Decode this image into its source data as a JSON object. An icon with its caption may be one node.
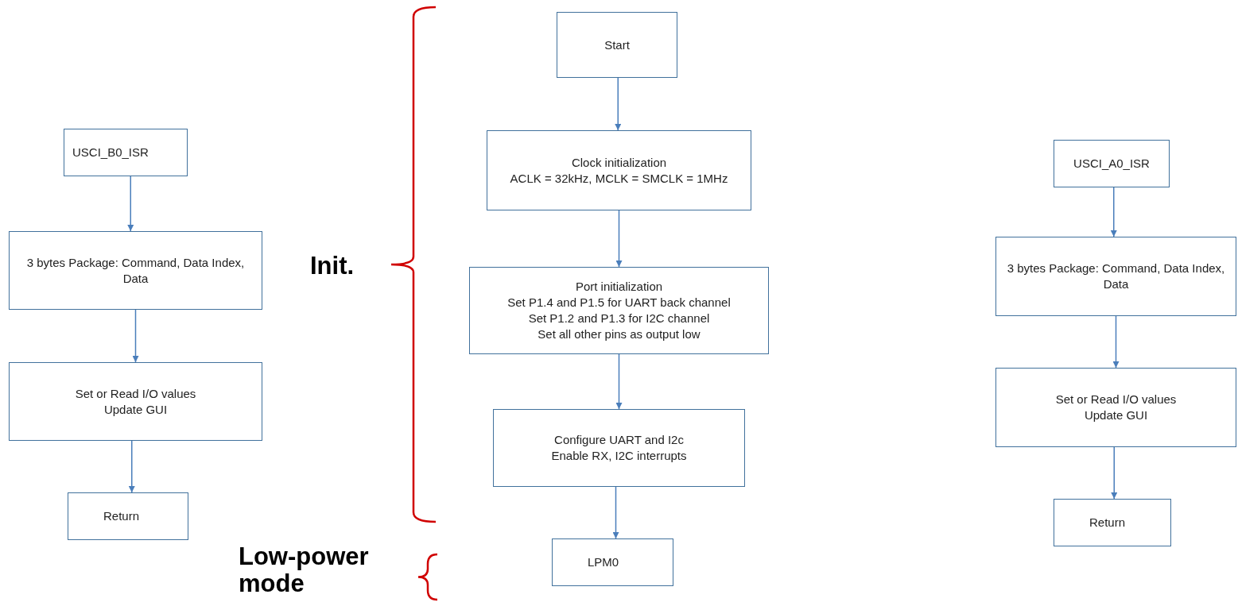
{
  "diagram": {
    "nodes": [
      {
        "text": [
          "USCI_B0_ISR"
        ]
      },
      {
        "text": [
          "3 bytes Package: Command, Data Index, Data"
        ]
      },
      {
        "text": [
          "Set or Read I/O values",
          "Update GUI"
        ]
      },
      {
        "text": [
          "Return"
        ]
      },
      {
        "text": [
          "Start"
        ]
      },
      {
        "text": [
          "Clock initialization",
          "ACLK = 32kHz, MCLK = SMCLK = 1MHz"
        ]
      },
      {
        "text": [
          "Port initialization",
          "Set P1.4 and P1.5 for UART back channel",
          "Set P1.2 and P1.3 for I2C channel",
          "Set all other pins as output low"
        ]
      },
      {
        "text": [
          "Configure UART and I2c",
          "Enable RX, I2C interrupts"
        ]
      },
      {
        "text": [
          "LPM0"
        ]
      },
      {
        "text": [
          "USCI_A0_ISR"
        ]
      },
      {
        "text": [
          "3 bytes Package: Command, Data Index, Data"
        ]
      },
      {
        "text": [
          "Set or Read I/O values",
          "Update GUI"
        ]
      },
      {
        "text": [
          "Return"
        ]
      }
    ],
    "edges": [
      {
        "from": 0,
        "to": 1,
        "arrow": "to"
      },
      {
        "from": 1,
        "to": 2,
        "arrow": "to"
      },
      {
        "from": 2,
        "to": 3,
        "arrow": "to"
      },
      {
        "from": 4,
        "to": 5,
        "arrow": "to"
      },
      {
        "from": 5,
        "to": 6,
        "arrow": "to"
      },
      {
        "from": 6,
        "to": 7,
        "arrow": "to"
      },
      {
        "from": 7,
        "to": 8,
        "arrow": "to"
      },
      {
        "from": 9,
        "to": 10,
        "arrow": "to"
      },
      {
        "from": 10,
        "to": 11,
        "arrow": "to"
      },
      {
        "from": 11,
        "to": 12,
        "arrow": "to"
      }
    ],
    "labels": [
      "Init.",
      "Low-power mode"
    ]
  }
}
